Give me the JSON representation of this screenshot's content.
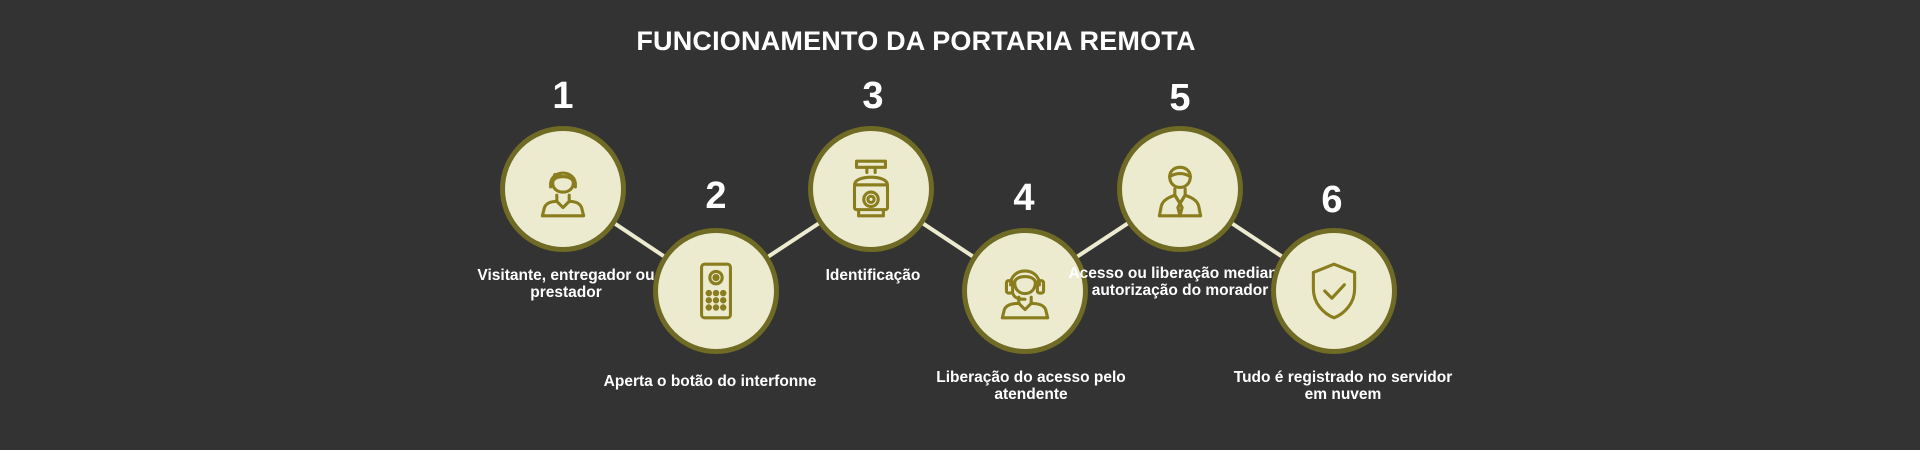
{
  "title": "FUNCIONAMENTO DA PORTARIA REMOTA",
  "colors": {
    "background": "#333333",
    "circle_fill": "#ecebd0",
    "circle_border": "#6f6a24",
    "icon": "#8a7d1e",
    "connector": "#ecebd0",
    "text": "#ffffff"
  },
  "steps": [
    {
      "number": "1",
      "label": "Visitante, entregador ou prestador",
      "icon": "visitor-icon"
    },
    {
      "number": "2",
      "label": "Aperta o botão do interfonne",
      "icon": "intercom-icon"
    },
    {
      "number": "3",
      "label": "Identificação",
      "icon": "security-camera-icon"
    },
    {
      "number": "4",
      "label": "Liberação do acesso pelo atendente",
      "icon": "headset-attendant-icon"
    },
    {
      "number": "5",
      "label": "Acesso ou liberação mediante autorização do morador",
      "icon": "resident-icon"
    },
    {
      "number": "6",
      "label": "Tudo é registrado no servidor em nuvem",
      "icon": "shield-check-icon"
    }
  ]
}
